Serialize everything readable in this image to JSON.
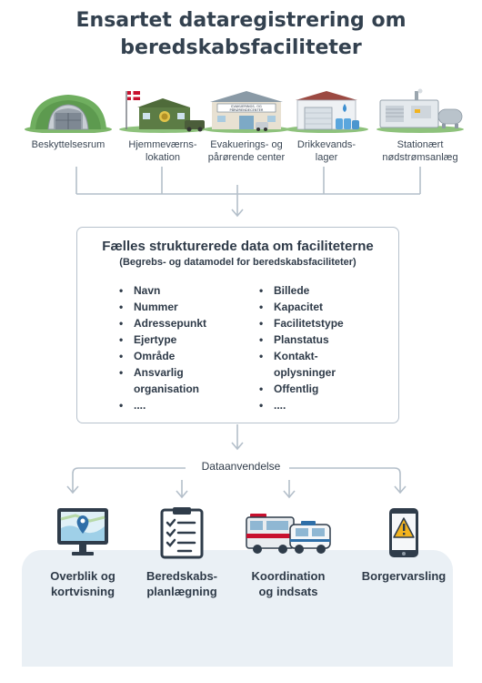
{
  "title": {
    "line1": "Ensartet dataregistrering om",
    "line2": "beredskabsfaciliteter"
  },
  "facilities": [
    {
      "label": "Beskyttelsesrum",
      "icon": "bunker-icon"
    },
    {
      "label": "Hjemmeværns-\nlokation",
      "icon": "home-guard-building-icon"
    },
    {
      "label": "Evakuerings- og\npårørende center",
      "icon": "evacuation-center-icon",
      "sign_line1": "EVAKUERINGS- OG",
      "sign_line2": "PÅRØRENDECENTER"
    },
    {
      "label": "Drikkevands-\nlager",
      "icon": "water-storage-icon"
    },
    {
      "label": "Stationært\nnødstrømsanlæg",
      "icon": "generator-icon"
    }
  ],
  "data_box": {
    "title": "Fælles strukturerede data om faciliteterne",
    "subtitle": "(Begrebs- og datamodel for beredskabsfaciliteter)",
    "left_items": [
      "Navn",
      "Nummer",
      "Adressepunkt",
      "Ejertype",
      "Område",
      "Ansvarlig\norganisation",
      "...."
    ],
    "right_items": [
      "Billede",
      "Kapacitet",
      "Facilitetstype",
      "Planstatus",
      "Kontakt-\noplysninger",
      "Offentlig",
      "...."
    ]
  },
  "usage": {
    "label": "Dataanvendelse",
    "items": [
      {
        "label": "Overblik og\nkortvisning",
        "icon": "map-monitor-icon"
      },
      {
        "label": "Beredskabs-\nplanlægning",
        "icon": "checklist-clipboard-icon"
      },
      {
        "label": "Koordination\nog indsats",
        "icon": "emergency-vehicles-icon"
      },
      {
        "label": "Borgervarsling",
        "icon": "phone-warning-icon"
      }
    ]
  },
  "colors": {
    "connector": "#b4bfca",
    "box_border": "#b7c2cd",
    "panel": "#eaf0f5",
    "grass": "#6fae5f",
    "danish_flag": "#c8102e",
    "warning": "#f2b31e",
    "map_water": "#9fd0e8"
  }
}
